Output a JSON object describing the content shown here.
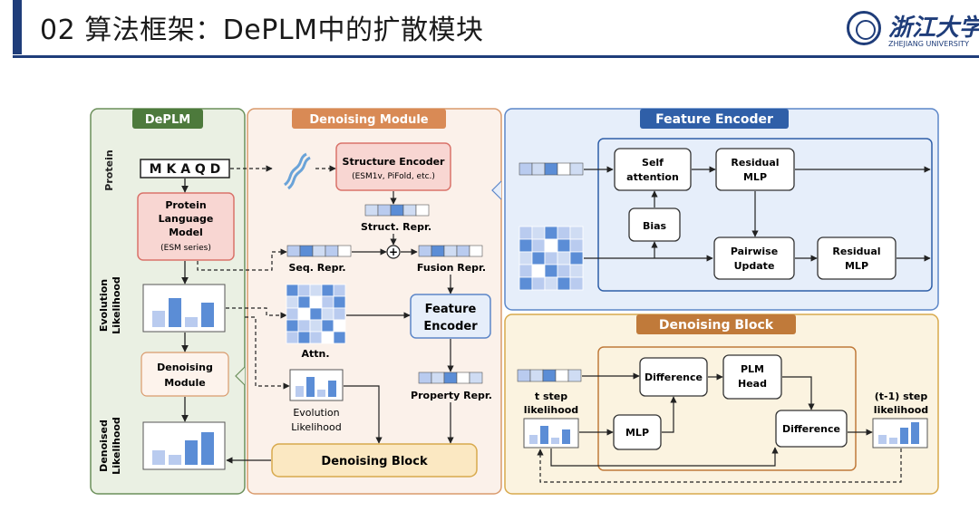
{
  "header": {
    "title": "02 算法框架：DePLM中的扩散模块",
    "logo_cn": "浙江大学",
    "logo_en": "ZHEJIANG UNIVERSITY"
  },
  "panels": {
    "deplm": "DePLM",
    "denoising_module": "Denoising Module",
    "feature_encoder": "Feature Encoder",
    "denoising_block": "Denoising Block"
  },
  "left": {
    "protein_label": "Protein",
    "sequence": "M K A Q D",
    "plm_line1": "Protein",
    "plm_line2": "Language",
    "plm_line3": "Model",
    "plm_line4": "(ESM series)",
    "evolution_label_1": "Evolution",
    "evolution_label_2": "Likelihood",
    "denoising_module_1": "Denoising",
    "denoising_module_2": "Module",
    "denoised_label_1": "Denoised",
    "denoised_label_2": "Likelihood"
  },
  "middle": {
    "struct_encoder_1": "Structure Encoder",
    "struct_encoder_2": "(ESM1v, PiFold, etc.)",
    "struct_repr": "Struct. Repr.",
    "seq_repr": "Seq. Repr.",
    "fusion_repr": "Fusion Repr.",
    "feature_encoder_1": "Feature",
    "feature_encoder_2": "Encoder",
    "attn": "Attn.",
    "property_repr": "Property Repr.",
    "evolution_likelihood_1": "Evolution",
    "evolution_likelihood_2": "Likelihood",
    "denoising_block": "Denoising Block",
    "plus": "+"
  },
  "feature_encoder": {
    "self_attention_1": "Self",
    "self_attention_2": "attention",
    "residual_mlp_1": "Residual",
    "residual_mlp_2": "MLP",
    "bias": "Bias",
    "pairwise_update_1": "Pairwise",
    "pairwise_update_2": "Update"
  },
  "denoising_block": {
    "difference": "Difference",
    "plm_head_1": "PLM",
    "plm_head_2": "Head",
    "mlp": "MLP",
    "t_step_1": "t step",
    "t_step_2": "likelihood",
    "t1_step_1": "(t-1) step",
    "t1_step_2": "likelihood"
  },
  "colors": {
    "brand_navy": "#1f3d7a",
    "deplm_fill": "#eaf0e3",
    "deplm_stroke": "#6b8f5a",
    "module_fill": "#fbf1ea",
    "module_stroke": "#d99a6c",
    "encoder_fill": "#e6eefa",
    "encoder_stroke": "#5c86c8",
    "block_fill": "#fbf3e0",
    "block_stroke": "#d8a94c",
    "pink_box": "#f8d6d2",
    "blue_accent": "#5b8dd6",
    "light_blue": "#b9cbef"
  }
}
